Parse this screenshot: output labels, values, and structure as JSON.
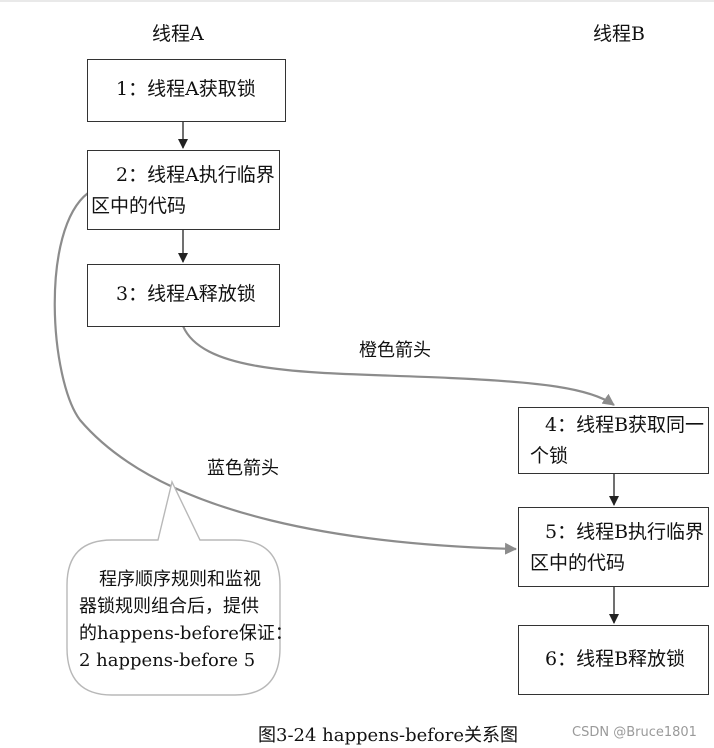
{
  "columns": {
    "a": "线程A",
    "b": "线程B"
  },
  "steps": {
    "s1": "1：线程A获取锁",
    "s2_l1": "2：线程A执行临界",
    "s2_l2": "区中的代码",
    "s3": "3：线程A释放锁",
    "s4_l1": "4：线程B获取同一",
    "s4_l2": "个锁",
    "s5_l1": "5：线程B执行临界",
    "s5_l2": "区中的代码",
    "s6": "6：线程B释放锁"
  },
  "arrows": {
    "orange": "橙色箭头",
    "blue": "蓝色箭头"
  },
  "callout": {
    "l1": "程序顺序规则和监视",
    "l2": "器锁规则组合后，提供",
    "l3": "的happens-before保证：",
    "l4": "2 happens-before 5"
  },
  "caption": "图3-24   happens-before关系图",
  "watermark": "CSDN @Bruce1801",
  "colors": {
    "box_border": "#333333",
    "arrow_gray": "#8c8c8c",
    "line_dark": "#222222",
    "callout_border": "#b8b8b8"
  }
}
